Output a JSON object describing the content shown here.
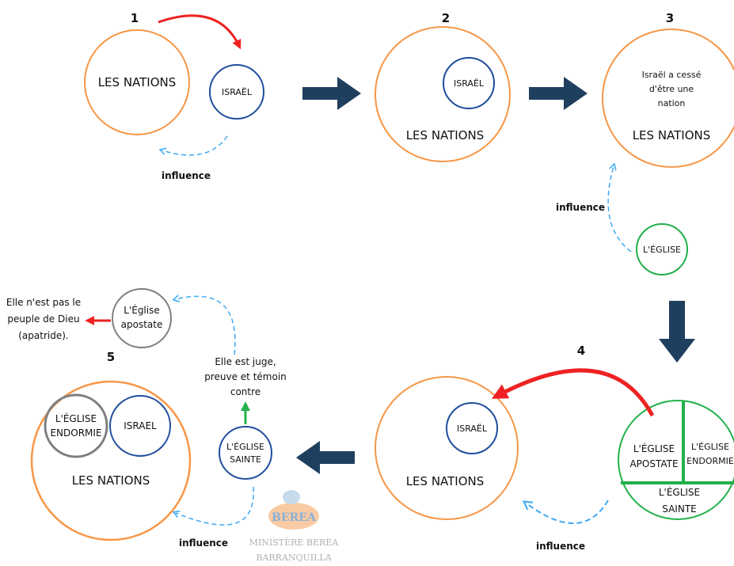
{
  "steps": {
    "s1": {
      "number": "1",
      "nations": "LES NATIONS",
      "israel": "ISRAËL",
      "influence": "influence"
    },
    "s2": {
      "number": "2",
      "nations": "LES NATIONS",
      "israel": "ISRAËL"
    },
    "s3": {
      "number": "3",
      "note_line1": "Israël a cessé",
      "note_line2": "d'être une",
      "note_line3": "nation",
      "nations": "LES NATIONS",
      "influence": "influence",
      "church": "L'ÉGLISE"
    },
    "s4": {
      "number": "4",
      "nations": "LES NATIONS",
      "israel": "ISRAËL",
      "apostate_line1": "L'ÉGLISE",
      "apostate_line2": "APOSTATE",
      "asleep_line1": "L'ÉGLISE",
      "asleep_line2": "ENDORMIE",
      "holy_line1": "L'ÉGLISE",
      "holy_line2": "SAINTE",
      "influence": "influence"
    },
    "s5": {
      "number": "5",
      "nations": "LES NATIONS",
      "asleep_line1": "L'ÉGLISE",
      "asleep_line2": "ENDORMIE",
      "israel": "ISRAEL",
      "holy_line1": "L'ÉGLISE",
      "holy_line2": "SAINTE",
      "apostate_line1": "L'Église",
      "apostate_line2": "apostate",
      "judge_line1": "Elle est juge,",
      "judge_line2": "preuve et témoin",
      "judge_line3": "contre",
      "not_people_line1": "Elle n'est pas le",
      "not_people_line2": "peuple de Dieu",
      "not_people_line3": "(apatride).",
      "influence": "influence"
    }
  },
  "watermark": {
    "logo_text": "BEREA",
    "line1": "MINISTÈRE BEREA",
    "line2": "BARRANQUILLA"
  },
  "colors": {
    "orange": "#F79646",
    "blue": "#1F4E9C",
    "green": "#22B14C",
    "grey": "#7F7F7F",
    "red": "#EE2222",
    "light_blue": "#3FA9F5",
    "navy_arrow": "#1F3F5F"
  }
}
